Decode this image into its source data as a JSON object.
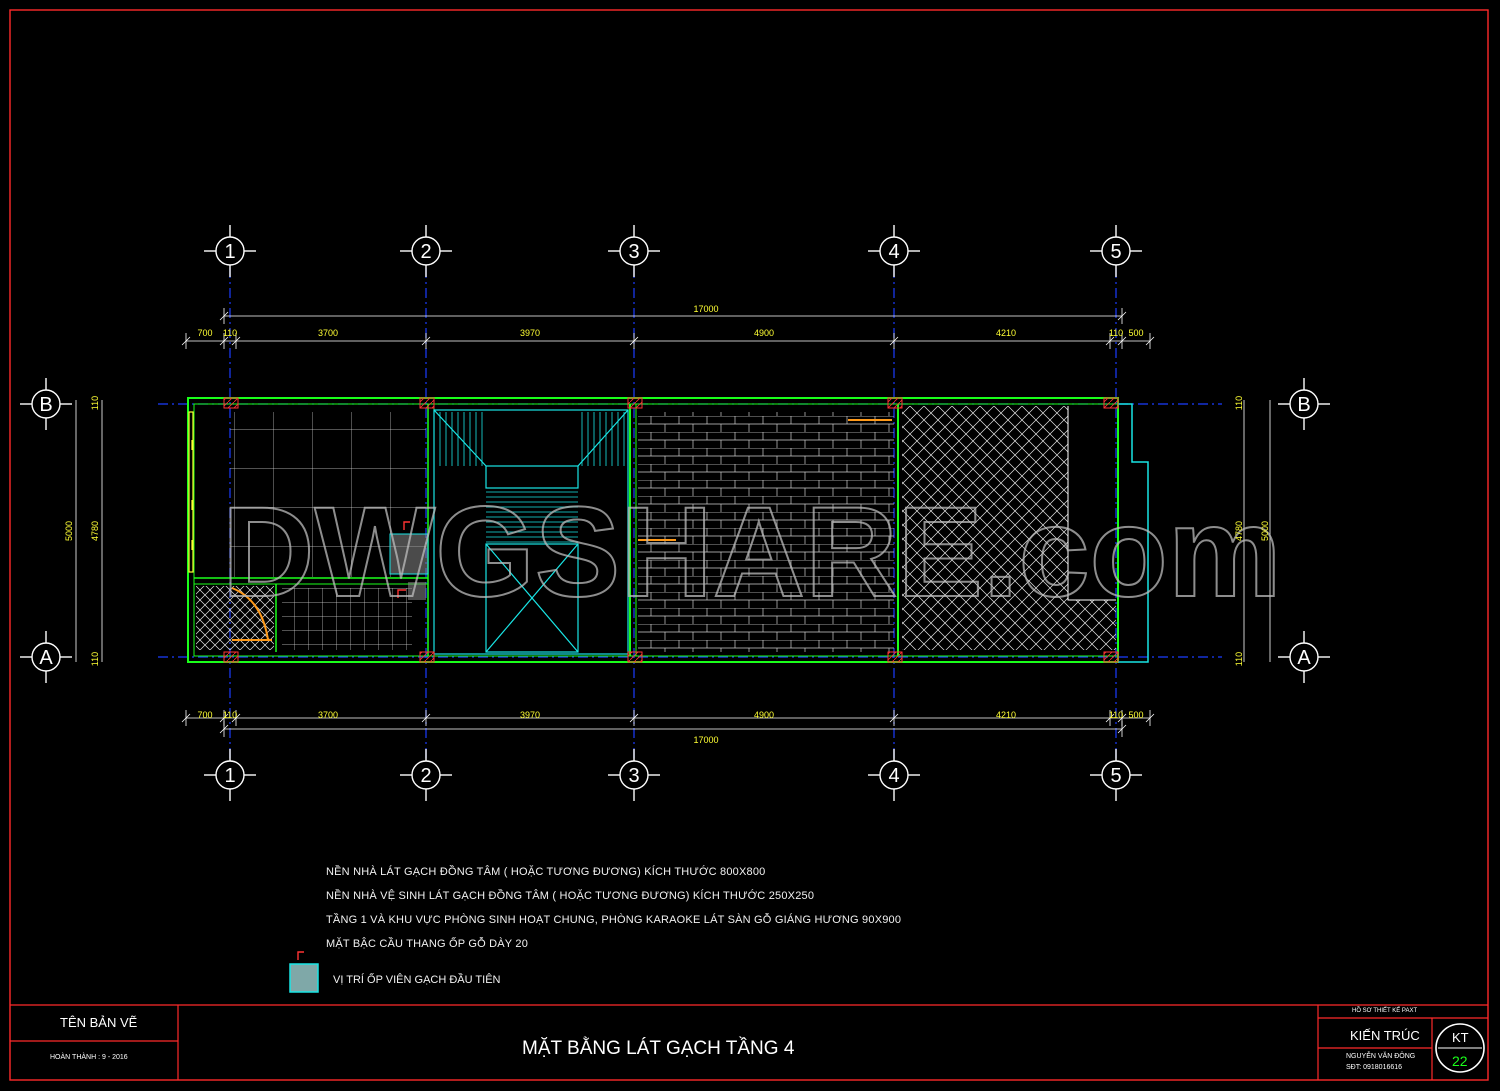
{
  "watermark": "DWGSHARE.com",
  "grid_axes": {
    "columns": [
      "1",
      "2",
      "3",
      "4",
      "5"
    ],
    "rows": [
      "B",
      "A"
    ]
  },
  "dimensions": {
    "overall": "17000",
    "top_segments": [
      "700",
      "110",
      "3700",
      "3970",
      "4900",
      "4210",
      "110",
      "500"
    ],
    "bottom_segments": [
      "700",
      "110",
      "3700",
      "3970",
      "4900",
      "4210",
      "110",
      "500"
    ],
    "left_vertical": [
      "5000",
      "4780"
    ],
    "left_small": [
      "110",
      "110"
    ],
    "right_vertical": [
      "4780",
      "5000"
    ],
    "right_small": [
      "110",
      "110"
    ]
  },
  "notes": [
    "NỀN NHÀ LÁT GẠCH ĐỒNG TÂM ( HOẶC TƯƠNG ĐƯƠNG) KÍCH THƯỚC 800X800",
    "NỀN NHÀ VỆ SINH LÁT GẠCH ĐỒNG TÂM ( HOẶC TƯƠNG ĐƯƠNG) KÍCH THƯỚC 250X250",
    "TẦNG 1 VÀ KHU VỰC PHÒNG SINH HOẠT CHUNG, PHÒNG KARAOKE LÁT SÀN GỖ GIÁNG HƯƠNG 90X900",
    "MẶT BẬC  CẦU THANG ỐP GỖ DÀY 20"
  ],
  "legend": {
    "label": "VỊ TRÍ ỐP VIÊN GẠCH ĐẦU TIÊN"
  },
  "title_block": {
    "sheet_name_label": "TÊN BẢN VẼ",
    "completion": "HOÀN THÀNH : 9 - 2016",
    "drawing_title": "MẶT BẰNG LÁT GẠCH TẦNG 4",
    "project_label": "HỒ SƠ THIẾT KẾ PAXT",
    "discipline": "KIẾN TRÚC",
    "designer": "NGUYỄN VĂN ĐÔNG",
    "phone": "SĐT: 0918016616",
    "sheet_code": "KT",
    "sheet_number": "22"
  },
  "colors": {
    "background": "#000000",
    "border": "#ff2a2a",
    "grid_line": "#1a3cff",
    "wall": "#1aff1a",
    "cyan": "#19e6e6",
    "yellow": "#ffff33",
    "white": "#ffffff"
  }
}
